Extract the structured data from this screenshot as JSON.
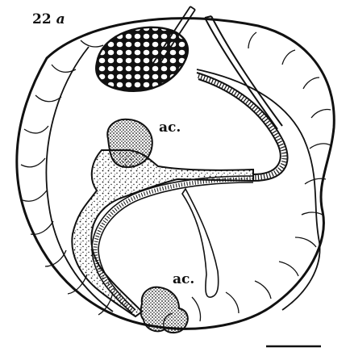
{
  "figure": {
    "number": "22",
    "suffix": "a"
  },
  "labels": {
    "ac_top": "ac.",
    "ac_bottom": "ac."
  },
  "colors": {
    "ink": "#111111",
    "paper": "#ffffff"
  }
}
